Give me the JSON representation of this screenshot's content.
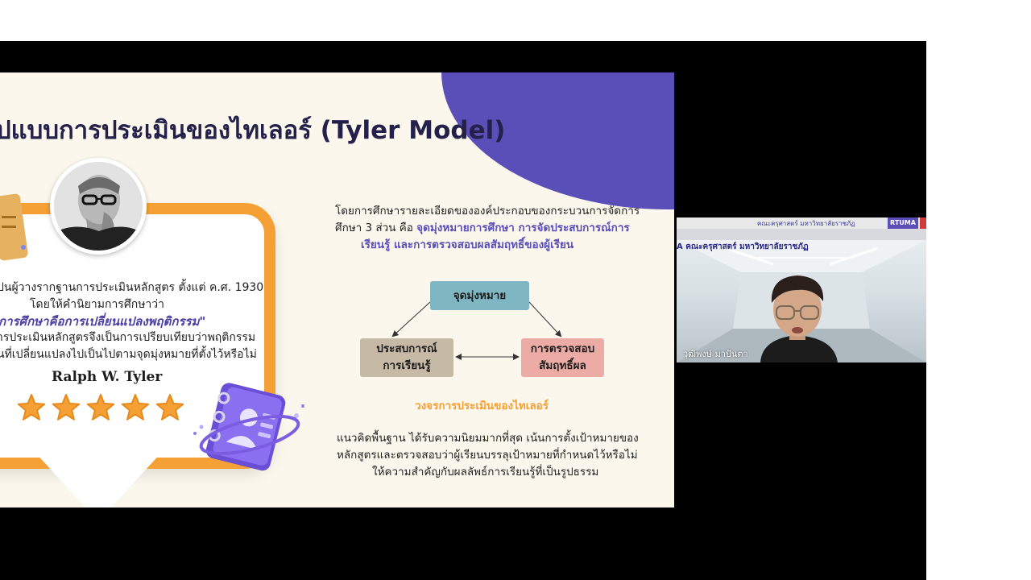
{
  "slide": {
    "title": "ปแบบการประเมินของไทเลอร์  (Tyler Model)",
    "card": {
      "line1": "ปนผู้วางรากฐานการประเมินหลักสูตร ตั้งแต่ ค.ศ. 1930",
      "line2": "โดยให้คำนิยามการศึกษาว่า",
      "line3": "การศึกษาคือการเปลี่ยนแปลงพฤติกรรม\"",
      "line4": "ารประเมินหลักสูตรจึงเป็นการเปรียบเทียบว่าพฤติกรรม",
      "line5": "นที่เปลี่ยนแปลงไปเป็นไปตามจุดมุ่งหมายที่ตั้งไว้หรือไม่",
      "name": "Ralph W. Tyler",
      "rating": 5
    },
    "intro": {
      "line1": "โดยการศึกษารายละเอียดขององค์ประกอบของกระบวนการจัดการ",
      "line2_plain": "ศึกษา 3 ส่วน คือ ",
      "line2_highlight": "จุดมุ่งหมายการศึกษา การจัดประสบการณ์การ",
      "line3": "เรียนรู้ และการตรวจสอบผลสัมฤทธิ์ของผู้เรียน"
    },
    "diagram": {
      "goal": "จุดมุ่งหมาย",
      "experience_line1": "ประสบการณ์",
      "experience_line2": "การเรียนรู้",
      "evaluation_line1": "การตรวจสอบ",
      "evaluation_line2": "สัมฤทธิ์ผล",
      "caption": "วงจรการประเมินของไทเลอร์"
    },
    "summary": {
      "line1": "แนวคิดพื้นฐาน ได้รับความนิยมมากที่สุด เน้นการตั้งเป้าหมายของ",
      "line2": "หลักสูตรและตรวจสอบว่าผู้เรียนบรรลุเป้าหมายที่กำหนดไว้หรือไม่",
      "line3": "ให้ความสำคัญกับผลลัพธ์การเรียนรู้ที่เป็นรูปธรรม"
    },
    "colors": {
      "accent": "#5a4fb8",
      "orange": "#f5a034",
      "background": "#fbf7ec"
    }
  },
  "video": {
    "participant_name": "วุฒิพงษ์ มาปันตา",
    "banner_small": "คณะครุศาสตร์ มหาวิทยาลัยราชภัฏ",
    "banner_main": "A คณะครุศาสตร์ มหาวิทยาลัยราชภัฏ",
    "logo": "RTUMA"
  }
}
